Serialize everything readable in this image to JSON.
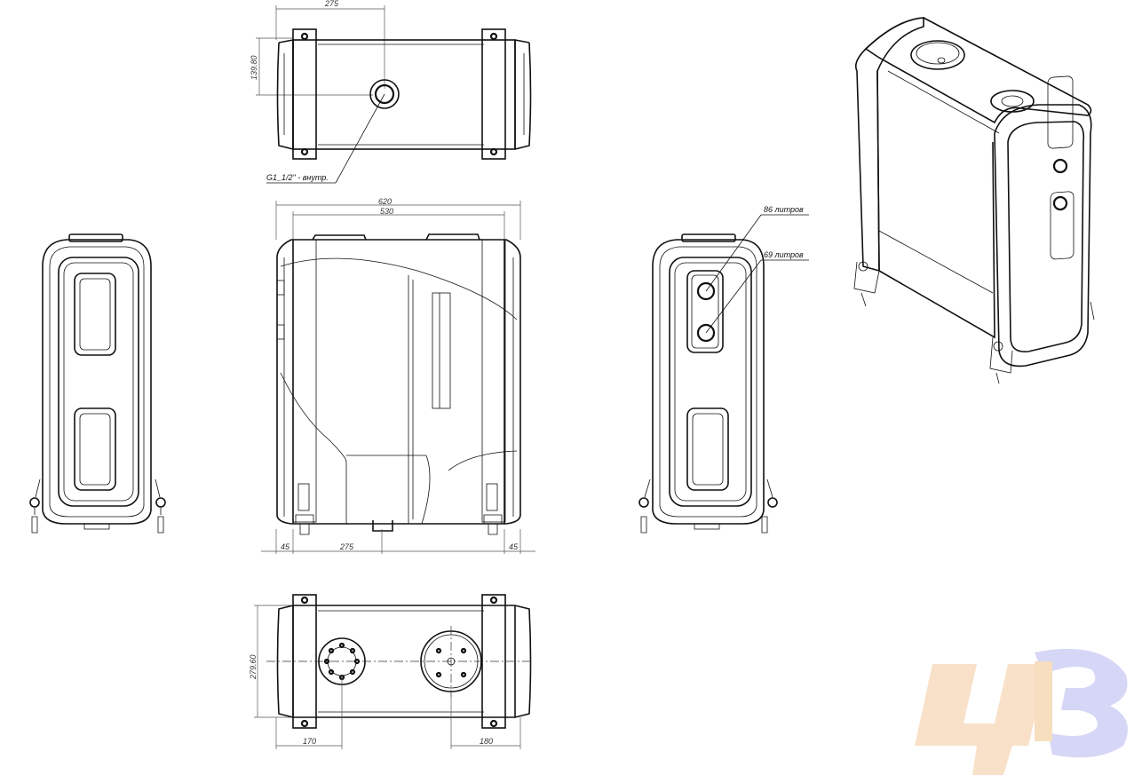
{
  "dimensions": {
    "top_width": "275",
    "top_height": "139.80",
    "overall_width": "620",
    "body_width": "530",
    "left_offset": "45",
    "center_offset": "275",
    "right_offset": "45",
    "bottom_height": "279.60",
    "bottom_left": "170",
    "bottom_right": "180"
  },
  "labels": {
    "thread": "G1_1/2\" - внутр.",
    "level_86": "86 литров",
    "level_69": "69 литров"
  },
  "watermark": {
    "text": "ЦЗ",
    "colors": {
      "left": "#f8dcc0",
      "right": "#cfd0f5",
      "accent": "#f5d9b5"
    }
  }
}
